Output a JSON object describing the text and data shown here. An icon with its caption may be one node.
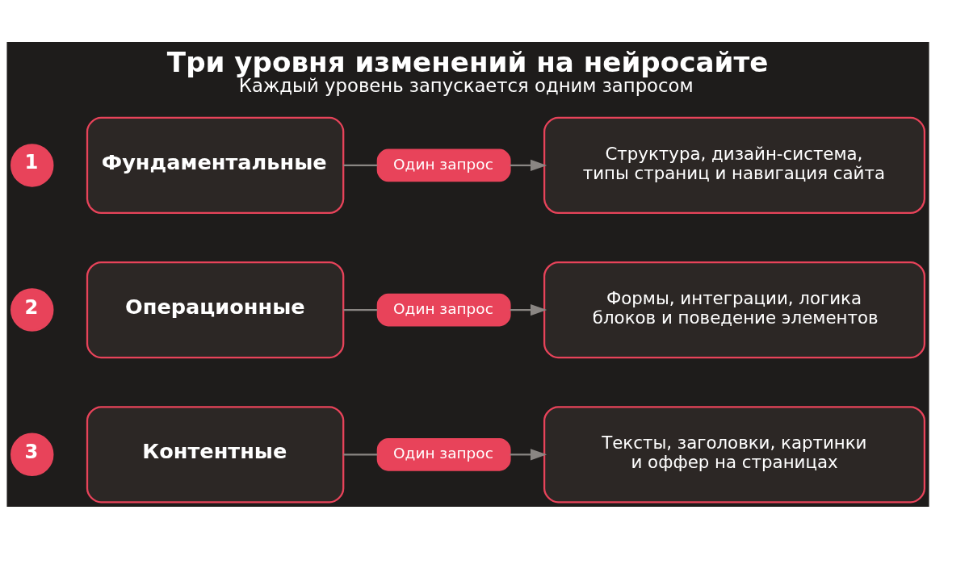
{
  "diagram": {
    "title": "Три уровня изменений на нейросайте",
    "caption": "Каждый уровень запускается одним запросом",
    "nodes": [
      {
        "text": [
          "1"
        ]
      },
      {
        "text": [
          "Фундаментальные"
        ]
      },
      {
        "text": [
          "Один запрос"
        ]
      },
      {
        "text": [
          "Структура, дизайн-система, типы страниц и навигация сайта"
        ]
      },
      {
        "text": [
          "2"
        ]
      },
      {
        "text": [
          "Операционные"
        ]
      },
      {
        "text": [
          "Один запрос"
        ]
      },
      {
        "text": [
          "Формы, интеграции, логика блоков и поведение элементов"
        ]
      },
      {
        "text": [
          "3"
        ]
      },
      {
        "text": [
          "Контентные"
        ]
      },
      {
        "text": [
          "Один запрос"
        ]
      },
      {
        "text": [
          "Тексты, заголовки, картинки и оффер на страницах"
        ]
      }
    ],
    "edges": [
      {
        "from": 1,
        "to": 2,
        "arrow": "none"
      },
      {
        "from": 2,
        "to": 3,
        "arrow": "to"
      },
      {
        "from": 5,
        "to": 6,
        "arrow": "none"
      },
      {
        "from": 6,
        "to": 7,
        "arrow": "to"
      },
      {
        "from": 9,
        "to": 10,
        "arrow": "none"
      },
      {
        "from": 10,
        "to": 11,
        "arrow": "to"
      }
    ]
  }
}
